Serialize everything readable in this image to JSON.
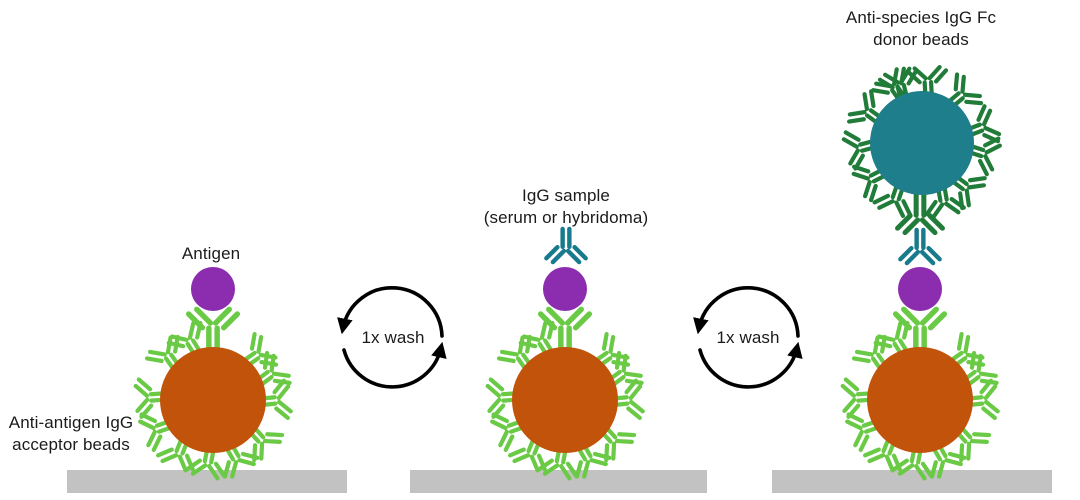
{
  "diagram": {
    "steps": [
      {
        "name": "antigen-on-acceptor-bead",
        "bead_label_line1": "Anti-antigen IgG",
        "bead_label_line2": "acceptor beads",
        "antigen_label": "Antigen"
      },
      {
        "name": "igg-sample-binding",
        "sample_label_line1": "IgG sample",
        "sample_label_line2": "(serum or hybridoma)"
      },
      {
        "name": "donor-bead-detection",
        "donor_label_line1": "Anti-species IgG Fc",
        "donor_label_line2": "donor beads"
      }
    ],
    "wash_steps": [
      {
        "label": "1x wash"
      },
      {
        "label": "1x wash"
      }
    ]
  },
  "icons": {
    "antibody": "y-antibody-icon",
    "acceptor_bead": "orange-bead-circle",
    "donor_bead": "teal-bead-circle",
    "antigen": "purple-circle",
    "wash_cycle": "circular-arrows-icon",
    "surface": "gray-surface-bar"
  },
  "colors": {
    "acceptor_bead_orange": "#c2530b",
    "donor_bead_teal": "#1e7e8b",
    "antigen_purple": "#8c2caf",
    "capture_antibody_green": "#6aca45",
    "donor_antibody_dark_green": "#227c39",
    "sample_antibody_teal": "#187a8d",
    "surface_gray": "#c2c2c2",
    "arrow_black": "#000000",
    "text": "#1b1b1b",
    "background": "#ffffff"
  }
}
